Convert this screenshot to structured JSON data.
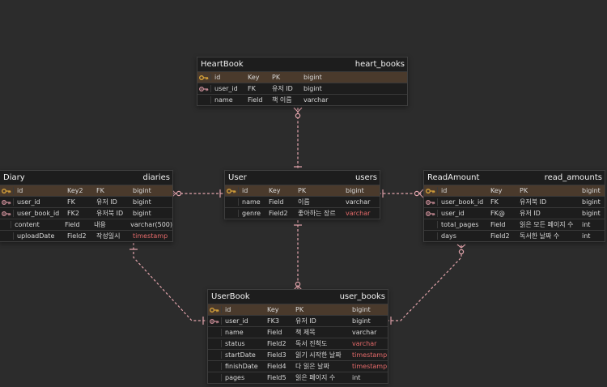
{
  "tables": {
    "heart_books": {
      "name": "HeartBook",
      "alias": "heart_books",
      "rows": [
        {
          "cols": [
            "id",
            "Key",
            "PK",
            "bigint"
          ],
          "pk": true,
          "key": "pk"
        },
        {
          "cols": [
            "user_id",
            "FK",
            "유저 ID",
            "bigint"
          ],
          "key": "fk"
        },
        {
          "cols": [
            "name",
            "Field",
            "책 이름",
            "varchar"
          ]
        }
      ]
    },
    "diaries": {
      "name": "Diary",
      "alias": "diaries",
      "rows": [
        {
          "cols": [
            "id",
            "Key2",
            "FK",
            "bigint"
          ],
          "pk": true,
          "key": "pk"
        },
        {
          "cols": [
            "user_id",
            "FK",
            "유저 ID",
            "bigint"
          ],
          "key": "fk"
        },
        {
          "cols": [
            "user_book_id",
            "FK2",
            "유저북 ID",
            "bigint"
          ],
          "key": "fk"
        },
        {
          "cols": [
            "content",
            "Field",
            "내용",
            "varchar(500)"
          ]
        },
        {
          "cols": [
            "uploadDate",
            "Field2",
            "작성일시",
            "timestamp"
          ],
          "red": true
        }
      ]
    },
    "users": {
      "name": "User",
      "alias": "users",
      "rows": [
        {
          "cols": [
            "id",
            "Key",
            "PK",
            "bigint"
          ],
          "pk": true,
          "key": "pk"
        },
        {
          "cols": [
            "name",
            "Field",
            "이름",
            "varchar"
          ]
        },
        {
          "cols": [
            "genre",
            "Field2",
            "좋아하는 장르",
            "varchar"
          ],
          "red": true
        }
      ]
    },
    "read_amounts": {
      "name": "ReadAmount",
      "alias": "read_amounts",
      "rows": [
        {
          "cols": [
            "id",
            "Key",
            "PK",
            "bigint"
          ],
          "pk": true,
          "key": "pk"
        },
        {
          "cols": [
            "user_book_id",
            "FK",
            "유저북 ID",
            "bigint"
          ],
          "key": "fk"
        },
        {
          "cols": [
            "user_id",
            "FK@",
            "유저 ID",
            "bigint"
          ],
          "key": "fk"
        },
        {
          "cols": [
            "total_pages",
            "Field",
            "읽은 모든 페이지 수",
            "int"
          ]
        },
        {
          "cols": [
            "days",
            "Field2",
            "독서한 날짜 수",
            "int"
          ]
        }
      ]
    },
    "user_books": {
      "name": "UserBook",
      "alias": "user_books",
      "rows": [
        {
          "cols": [
            "id",
            "Key",
            "PK",
            "bigint"
          ],
          "pk": true,
          "key": "pk"
        },
        {
          "cols": [
            "user_id",
            "FK3",
            "유저 ID",
            "bigint"
          ],
          "key": "fk"
        },
        {
          "cols": [
            "name",
            "Field",
            "책 제목",
            "varchar"
          ]
        },
        {
          "cols": [
            "status",
            "Field2",
            "독서 진척도",
            "varchar"
          ],
          "red": true
        },
        {
          "cols": [
            "startDate",
            "Field3",
            "읽기 시작한 날짜",
            "timestamp"
          ],
          "red": true
        },
        {
          "cols": [
            "finishDate",
            "Field4",
            "다 읽은 날짜",
            "timestamp"
          ],
          "red": true
        },
        {
          "cols": [
            "pages",
            "Field5",
            "읽은 페이지 수",
            "int"
          ]
        }
      ]
    }
  },
  "colors": {
    "line": "#e4a5ad",
    "pk_row": "#4a3a2c",
    "key_gold": "#d9a43a",
    "key_pink": "#c78b95",
    "type_highlight": "#e56a6a"
  },
  "icons": {
    "primary_key": "key-icon",
    "foreign_key": "foreign-key-icon"
  }
}
